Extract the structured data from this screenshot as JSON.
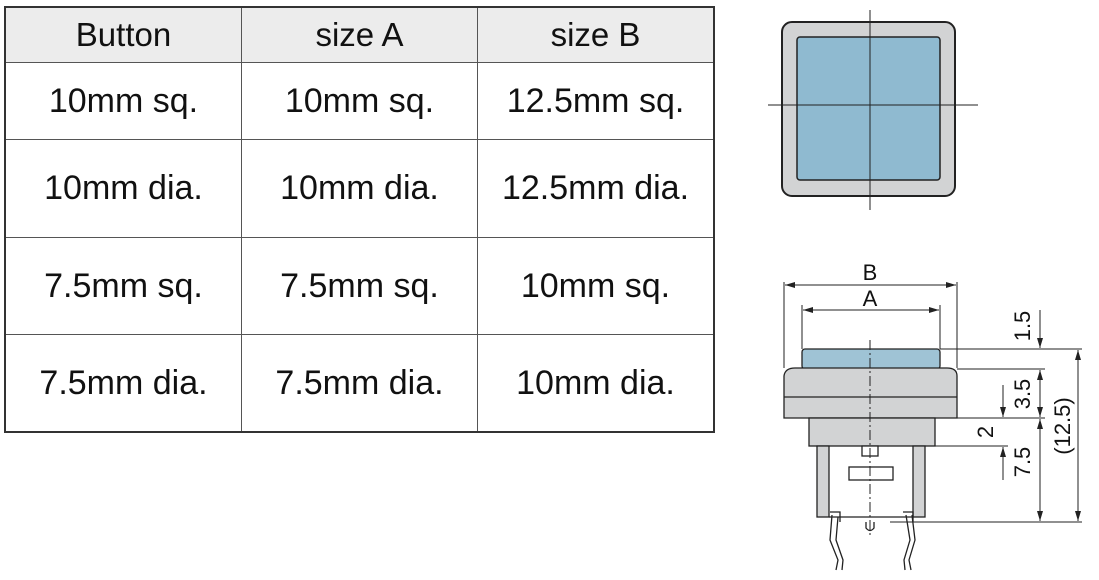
{
  "table": {
    "headers": [
      "Button",
      "size A",
      "size B"
    ],
    "rows": [
      [
        "10mm sq.",
        "10mm sq.",
        "12.5mm sq."
      ],
      [
        "10mm dia.",
        "10mm dia.",
        "12.5mm dia."
      ],
      [
        "7.5mm sq.",
        "7.5mm sq.",
        "10mm sq."
      ],
      [
        "7.5mm dia.",
        "7.5mm dia.",
        "10mm dia."
      ]
    ]
  },
  "diagram": {
    "label_b": "B",
    "label_a": "A",
    "dim_cap": "1.5",
    "dim_flange": "3.5",
    "dim_body": "2",
    "dim_legs": "7.5",
    "dim_total": "(12.5)",
    "colors": {
      "cap": "#8fbad0",
      "housing": "#d2d3d4",
      "line": "#222222"
    }
  }
}
